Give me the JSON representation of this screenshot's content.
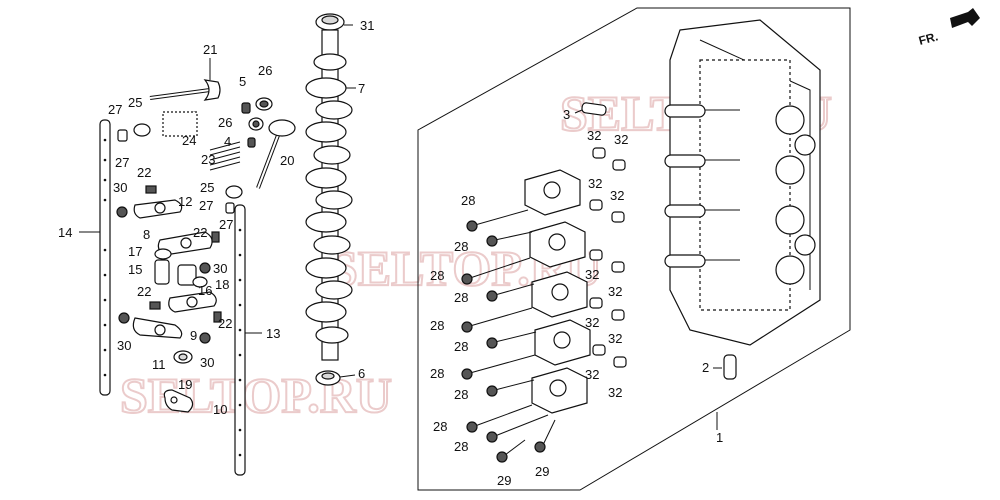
{
  "diagram": {
    "labels": {
      "p1": "1",
      "p2": "2",
      "p3": "3",
      "p4": "4",
      "p5": "5",
      "p6": "6",
      "p7": "7",
      "p8": "8",
      "p9": "9",
      "p10": "10",
      "p11": "11",
      "p12": "12",
      "p13": "13",
      "p14": "14",
      "p15": "15",
      "p16": "16",
      "p17": "17",
      "p18": "18",
      "p19": "19",
      "p20": "20",
      "p21": "21",
      "p22": "22",
      "p23": "23",
      "p24": "24",
      "p25": "25",
      "p26": "26",
      "p27": "27",
      "p28": "28",
      "p29": "29",
      "p30": "30",
      "p31": "31",
      "p32": "32"
    },
    "direction_badge": "FR.",
    "watermark": "SELTOP.RU"
  }
}
